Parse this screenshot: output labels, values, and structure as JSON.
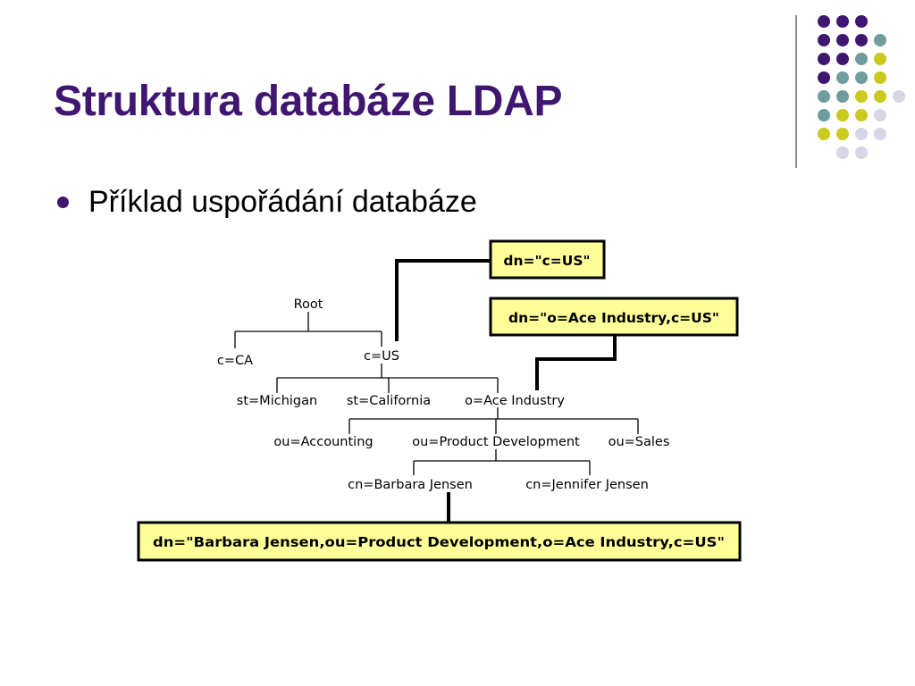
{
  "slide": {
    "title": "Struktura databáze LDAP",
    "bullet": "Příklad uspořádání databáze"
  },
  "decoration": {
    "colors": {
      "purple": "#3f1670",
      "teal": "#6f9c9c",
      "olive": "#c9c91e",
      "lavender": "#d6d6e6"
    },
    "dot_rows": [
      [
        "purple",
        "purple",
        "purple"
      ],
      [
        "purple",
        "purple",
        "purple",
        "teal"
      ],
      [
        "purple",
        "purple",
        "teal",
        "olive"
      ],
      [
        "purple",
        "teal",
        "teal",
        "olive"
      ],
      [
        "teal",
        "teal",
        "olive",
        "olive",
        "lavender"
      ],
      [
        "teal",
        "olive",
        "olive",
        "lavender"
      ],
      [
        "olive",
        "olive",
        "lavender",
        "lavender"
      ],
      [
        "lavender",
        "lavender"
      ]
    ]
  },
  "diagram": {
    "nodes": {
      "root": "Root",
      "c_ca": "c=CA",
      "c_us": "c=US",
      "st_michigan": "st=Michigan",
      "st_california": "st=California",
      "o_ace": "o=Ace Industry",
      "ou_accounting": "ou=Accounting",
      "ou_product": "ou=Product Development",
      "ou_sales": "ou=Sales",
      "cn_barbara": "cn=Barbara Jensen",
      "cn_jennifer": "cn=Jennifer Jensen"
    },
    "dn_boxes": {
      "dn_us": "dn=\"c=US\"",
      "dn_ace": "dn=\"o=Ace Industry,c=US\"",
      "dn_barbara": "dn=\"Barbara Jensen,ou=Product Development,o=Ace Industry,c=US\""
    },
    "highlight_fill": "#ffff99"
  }
}
